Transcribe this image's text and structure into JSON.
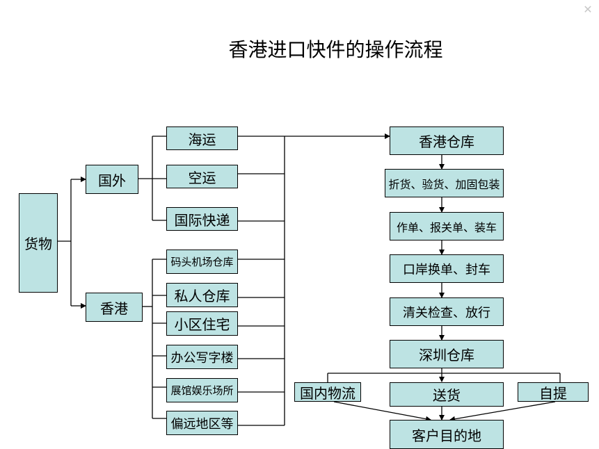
{
  "title": "香港进口快件的操作流程",
  "close_icon": "close-icon",
  "colors": {
    "box_fill": "#bde3e3",
    "line": "#000000",
    "background": "#ffffff"
  },
  "root": {
    "label": "货物"
  },
  "sources": {
    "overseas": {
      "label": "国外",
      "children": [
        "海运",
        "空运",
        "国际快递"
      ]
    },
    "hongkong": {
      "label": "香港",
      "children": [
        "码头机场仓库",
        "私人仓库",
        "小区住宅",
        "办公写字楼",
        "展馆娱乐场所",
        "偏远地区等"
      ]
    }
  },
  "process": [
    "香港仓库",
    "折货、验货、加固包装",
    "作单、报关单、装车",
    "口岸换单、封车",
    "清关检查、放行",
    "深圳仓库"
  ],
  "delivery": [
    "国内物流",
    "送货",
    "自提"
  ],
  "destination": "客户目的地"
}
